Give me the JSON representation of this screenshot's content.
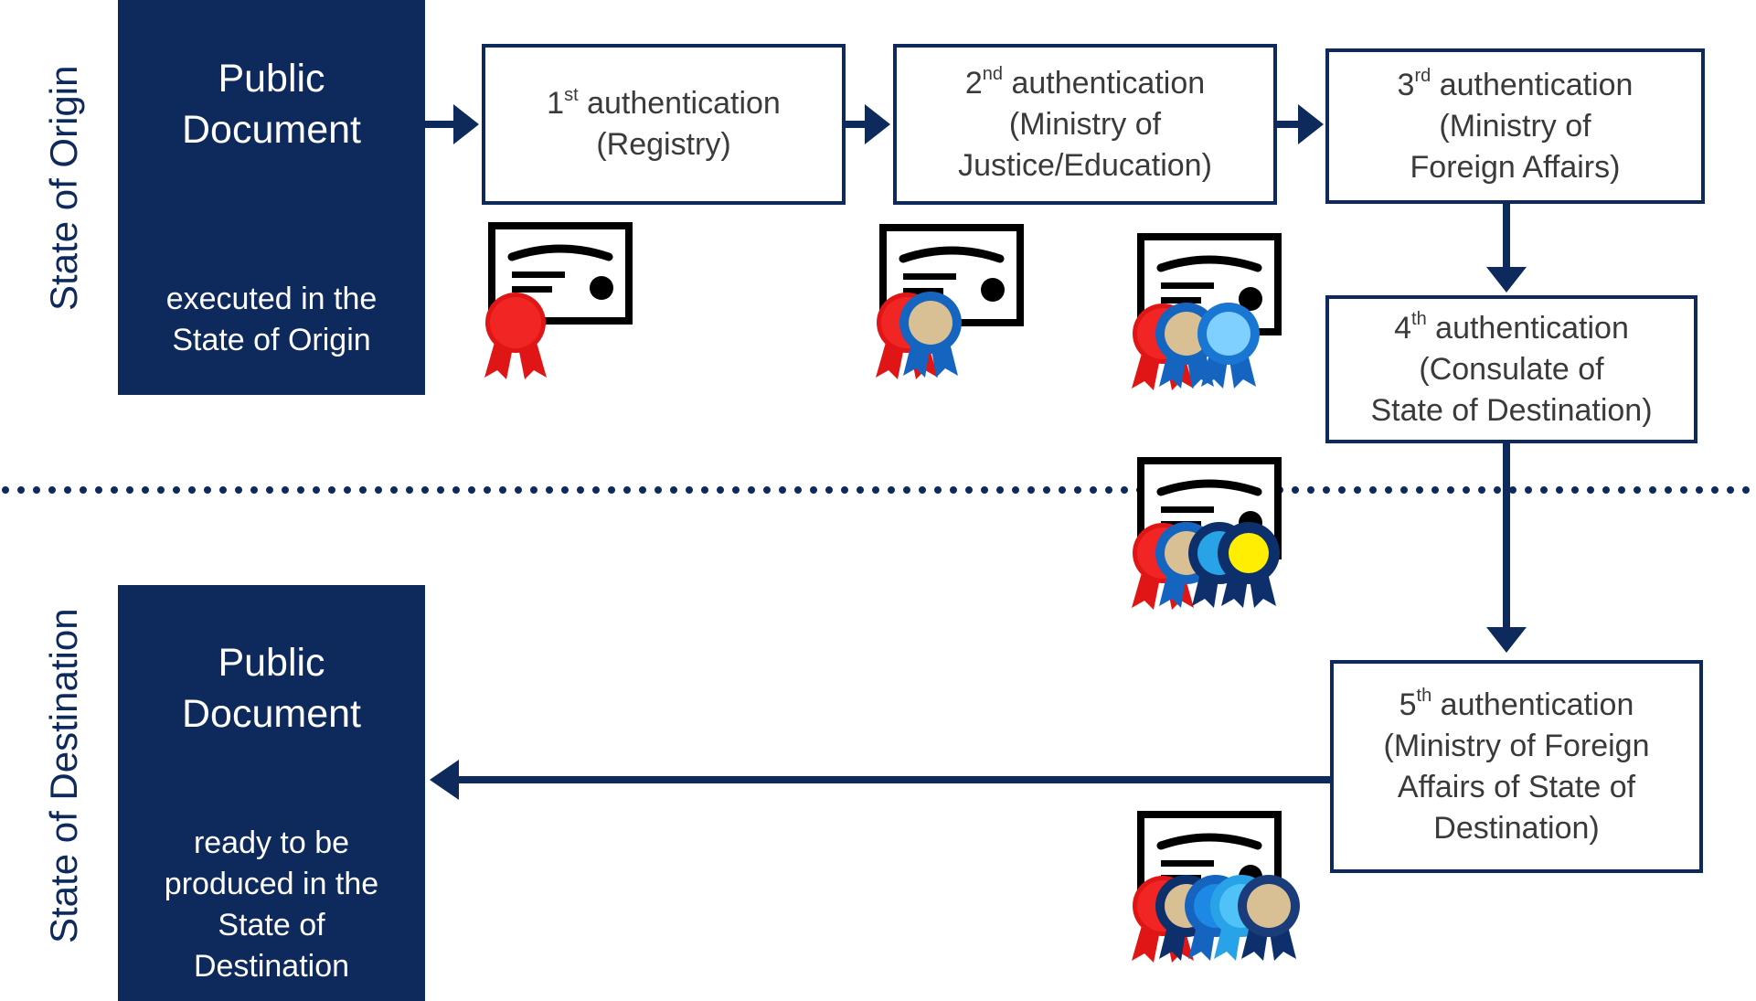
{
  "side_labels": {
    "origin": "State of Origin",
    "destination": "State of Destination"
  },
  "origin_document": {
    "title": "Public\nDocument",
    "subtitle": "executed in the\nState of Origin"
  },
  "destination_document": {
    "title": "Public\nDocument",
    "subtitle": "ready to be\nproduced in the\nState of\nDestination"
  },
  "steps": [
    {
      "ordinal": "1",
      "suffix": "st",
      "label": "authentication",
      "detail": [
        "(Registry)"
      ]
    },
    {
      "ordinal": "2",
      "suffix": "nd",
      "label": "authentication",
      "detail": [
        "(Ministry of",
        "Justice/Education)"
      ]
    },
    {
      "ordinal": "3",
      "suffix": "rd",
      "label": "authentication",
      "detail": [
        "(Ministry of",
        "Foreign Affairs)"
      ]
    },
    {
      "ordinal": "4",
      "suffix": "th",
      "label": "authentication",
      "detail": [
        "(Consulate of",
        "State of Destination)"
      ]
    },
    {
      "ordinal": "5",
      "suffix": "th",
      "label": "authentication",
      "detail": [
        "(Ministry of Foreign",
        "Affairs of State of",
        "Destination)"
      ]
    }
  ],
  "colors": {
    "navy": "#0e2a5c",
    "seal_red": "#e01515",
    "seal_blue": "#1565c0",
    "seal_light_blue": "#29a3e8",
    "seal_dark_blue": "#0d2f6b",
    "seal_gold": "#d9bf94",
    "seal_yellow": "#ffee00",
    "divider_dots": "#0e2a5c"
  },
  "certificate_icons": [
    {
      "name": "certificate-1-seal",
      "seals": [
        "red"
      ]
    },
    {
      "name": "certificate-2-seals",
      "seals": [
        "red",
        "blue-gold"
      ]
    },
    {
      "name": "certificate-3-seals",
      "seals": [
        "red",
        "blue-gold",
        "light-blue"
      ]
    },
    {
      "name": "certificate-4-seals",
      "seals": [
        "red",
        "blue-gold",
        "light-blue",
        "dark-blue-yellow"
      ]
    },
    {
      "name": "certificate-5-seals",
      "seals": [
        "red",
        "dark-blue-gold",
        "blue",
        "light-blue",
        "dark-blue-gold"
      ]
    }
  ]
}
